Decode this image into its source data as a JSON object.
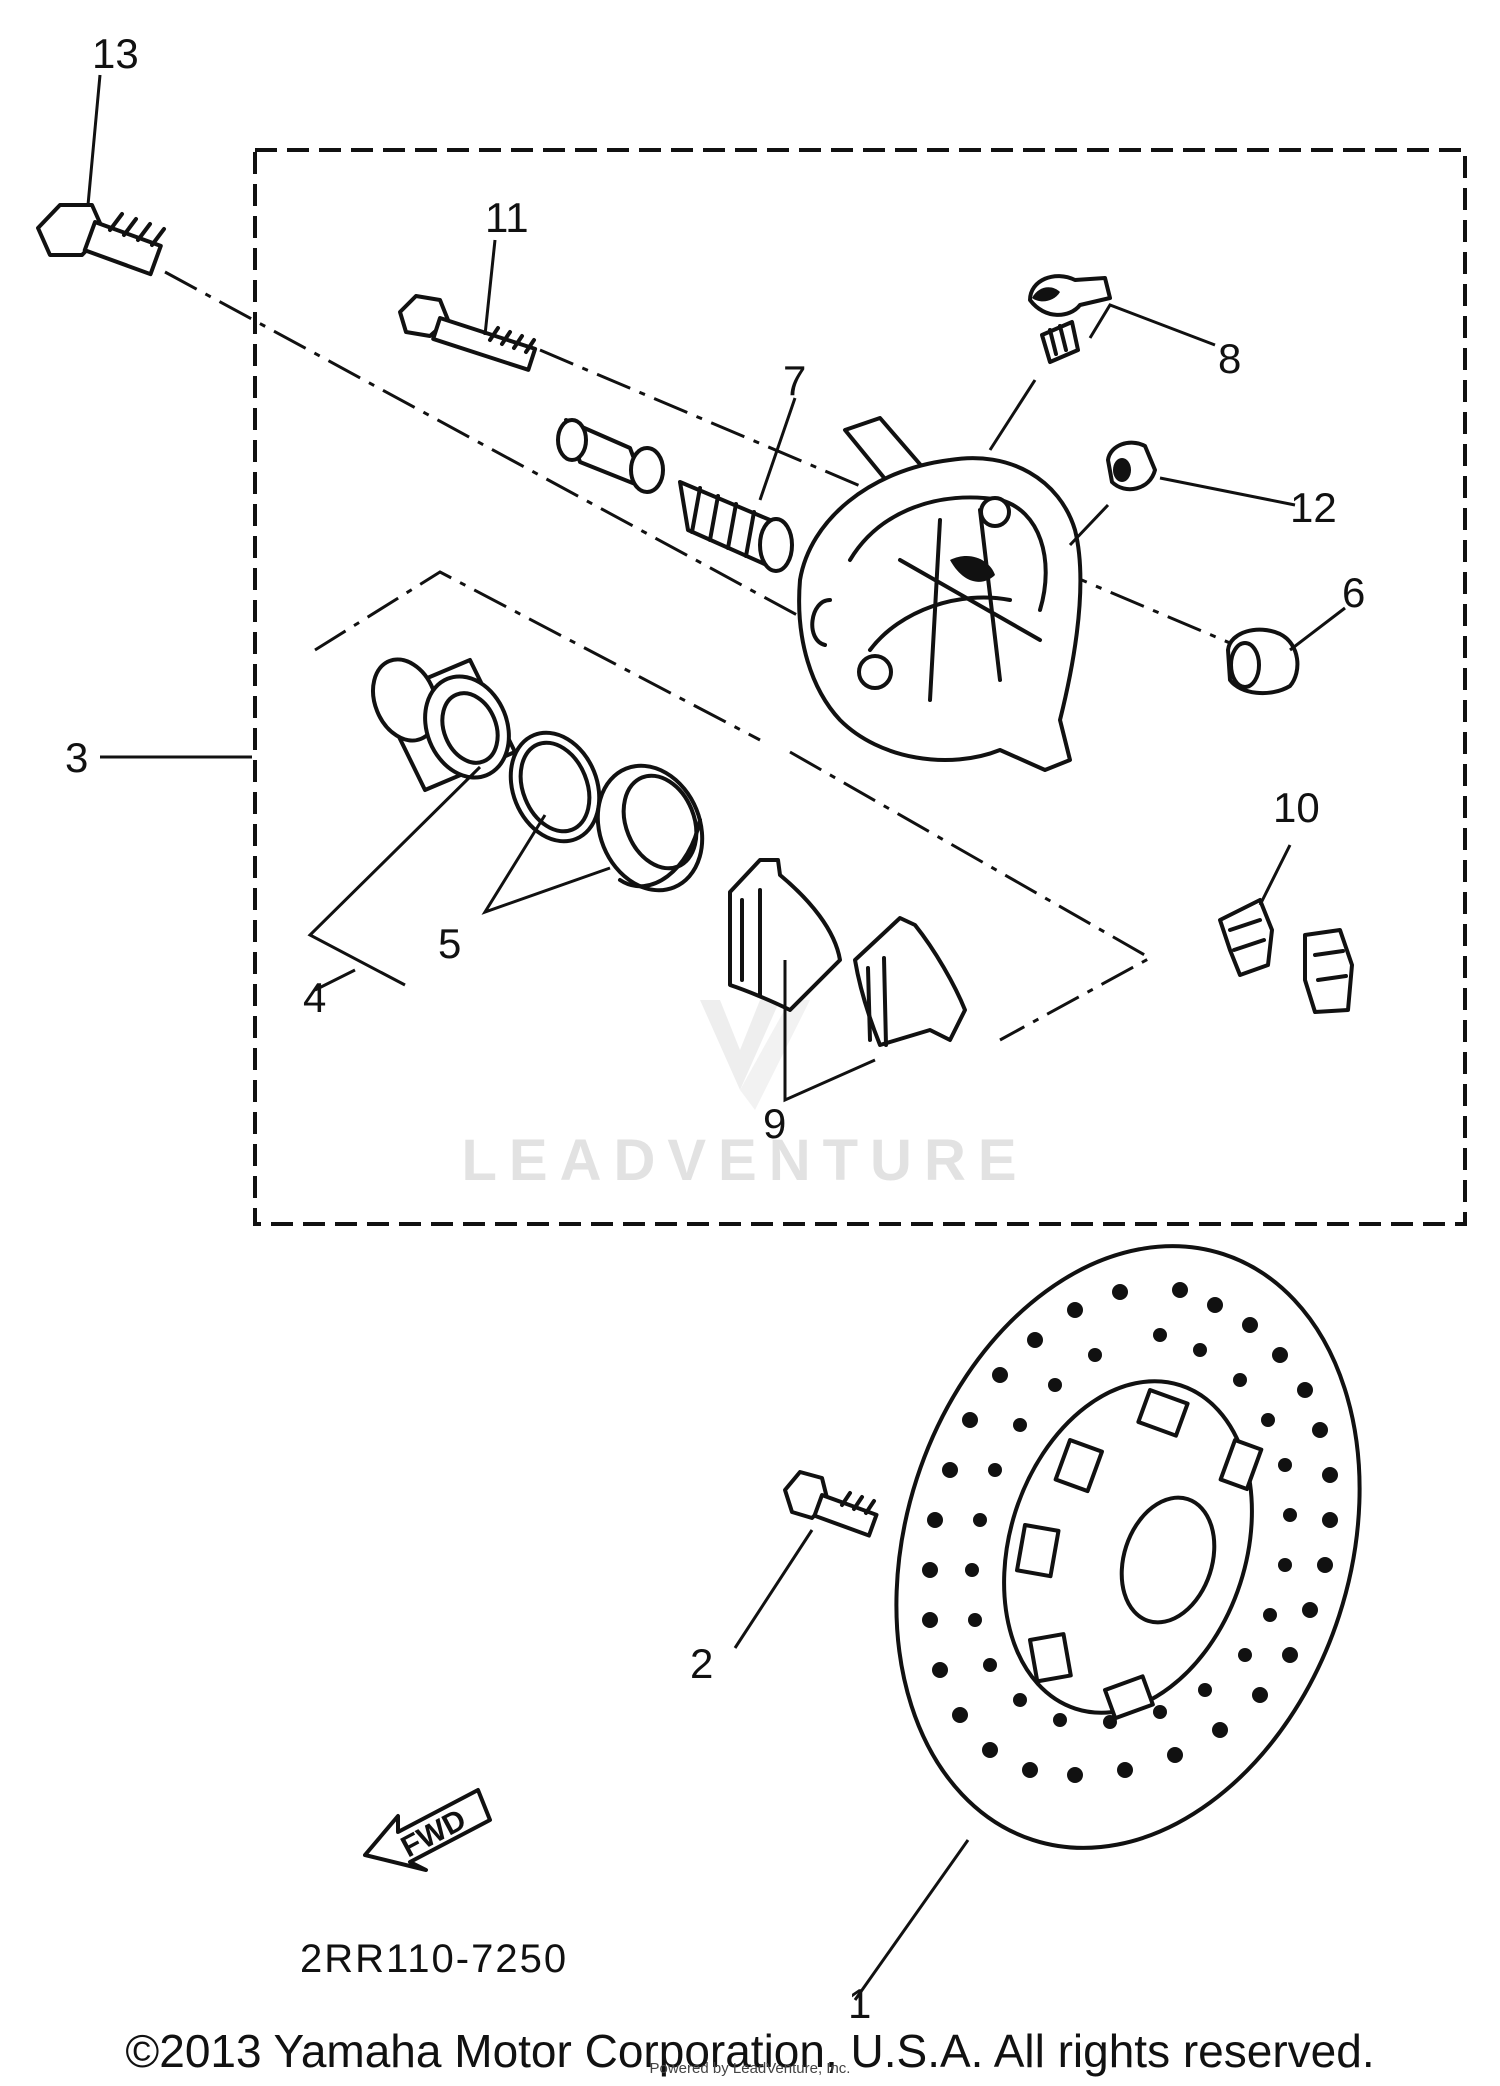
{
  "diagram": {
    "callouts": [
      "1",
      "2",
      "3",
      "4",
      "5",
      "6",
      "7",
      "8",
      "9",
      "10",
      "11",
      "12",
      "13"
    ],
    "part_code": "2RR110-7250",
    "fwd_label": "FWD",
    "watermark": "LEADVENTURE",
    "copyright": "©2013 Yamaha Motor Corporation, U.S.A. All rights reserved.",
    "copyright_sub": "Powered by LeadVenture, Inc."
  },
  "icons": [
    "fwd-arrow-icon",
    "leadventure-logo-icon"
  ]
}
